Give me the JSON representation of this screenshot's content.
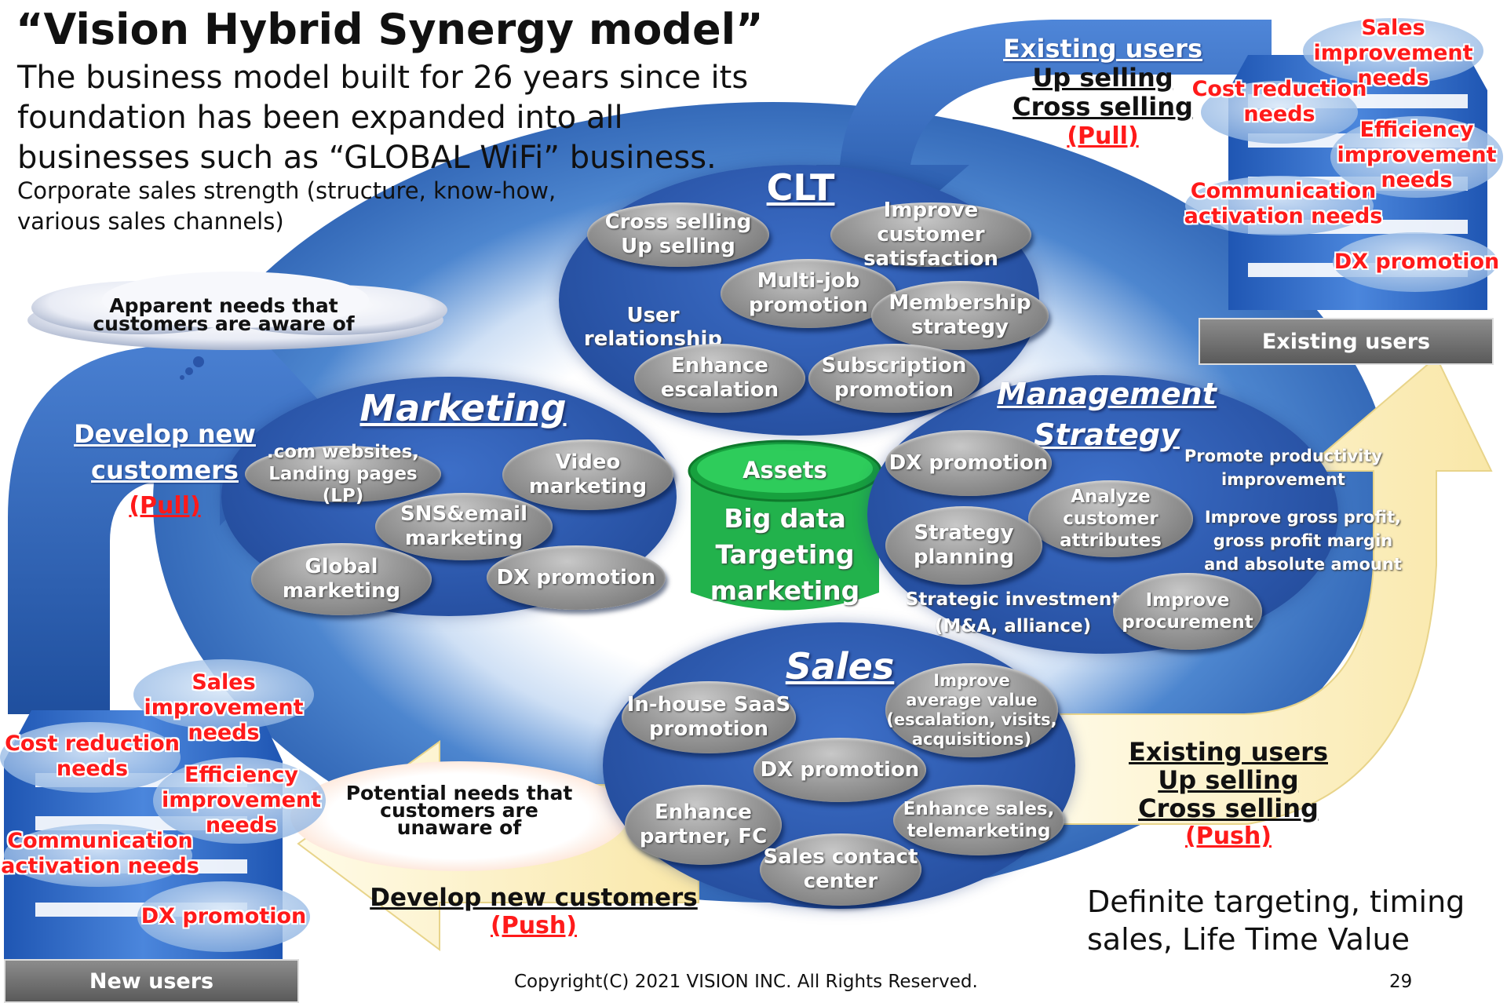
{
  "title": "“Vision Hybrid Synergy model”",
  "subtitle_lines": [
    "The business model built for 26 years since its",
    "foundation has been expanded into all",
    "businesses such as “GLOBAL WiFi” business."
  ],
  "subtitle_small_lines": [
    "Corporate sales strength (structure, know-how,",
    "various sales channels)"
  ],
  "clusters": {
    "clt": {
      "title": "CLT",
      "items": [
        "Cross selling\nUp selling",
        "Improve customer\nsatisfaction",
        "Multi-job\npromotion",
        "User relationship",
        "Membership\nstrategy",
        "Enhance\nescalation",
        "Subscription\npromotion"
      ]
    },
    "marketing": {
      "title": "Marketing",
      "items": [
        ".com websites,\nLanding pages (LP)",
        "Video\nmarketing",
        "SNS&email\nmarketing",
        "Global\nmarketing",
        "DX promotion"
      ]
    },
    "management": {
      "title_line1": "Management",
      "title_line2": "Strategy",
      "items": [
        "DX promotion",
        "Promote productivity\nimprovement",
        "Analyze customer\nattributes",
        "Improve gross profit,\ngross profit margin\nand absolute amount",
        "Strategy\nplanning",
        "Strategic investment\n(M&A, alliance)",
        "Improve\nprocurement"
      ]
    },
    "sales": {
      "title": "Sales",
      "items": [
        "In-house SaaS\npromotion",
        "Improve\naverage value\n(escalation, visits,\nacquisitions)",
        "DX promotion",
        "Enhance\npartner, FC",
        "Enhance sales,\ntelemarketing",
        "Sales contact\ncenter"
      ]
    }
  },
  "assets": {
    "label": "Assets",
    "body": "Big data\nTargeting\nmarketing"
  },
  "existing_top": {
    "line1": "Existing users",
    "line2": "Up selling",
    "line3": "Cross selling",
    "line4": "(Pull)"
  },
  "develop_left": {
    "line1": "Develop new",
    "line2": "customers",
    "line3": "(Pull)"
  },
  "existing_right": {
    "line1": "Existing users",
    "line2": "Up selling",
    "line3": "Cross selling",
    "line4": "(Push)"
  },
  "develop_bottom": {
    "line1": "Develop new customers",
    "line2": "(Push)"
  },
  "apparent_needs": "Apparent needs that\ncustomers are aware of",
  "potential_needs": "Potential needs that\ncustomers are\nunaware of",
  "needs_top_right": [
    "Sales improvement\nneeds",
    "Cost reduction\nneeds",
    "Efficiency\nimprovement\nneeds",
    "Communication\nactivation needs",
    "DX promotion"
  ],
  "needs_bottom_left": [
    "Sales improvement\nneeds",
    "Cost reduction\nneeds",
    "Efficiency\nimprovement\nneeds",
    "Communication\nactivation needs",
    "DX promotion"
  ],
  "existing_users_label": "Existing users",
  "new_users_label": "New users",
  "definite_targeting": "Definite targeting, timing\nsales, Life Time Value",
  "copyright": "Copyright(C) 2021 VISION INC. All Rights Reserved.",
  "page_number": "29",
  "colors": {
    "blue": "#2a55a8",
    "red": "#ff1a1a",
    "cream": "#fdf0c4",
    "green": "#22b24c"
  }
}
